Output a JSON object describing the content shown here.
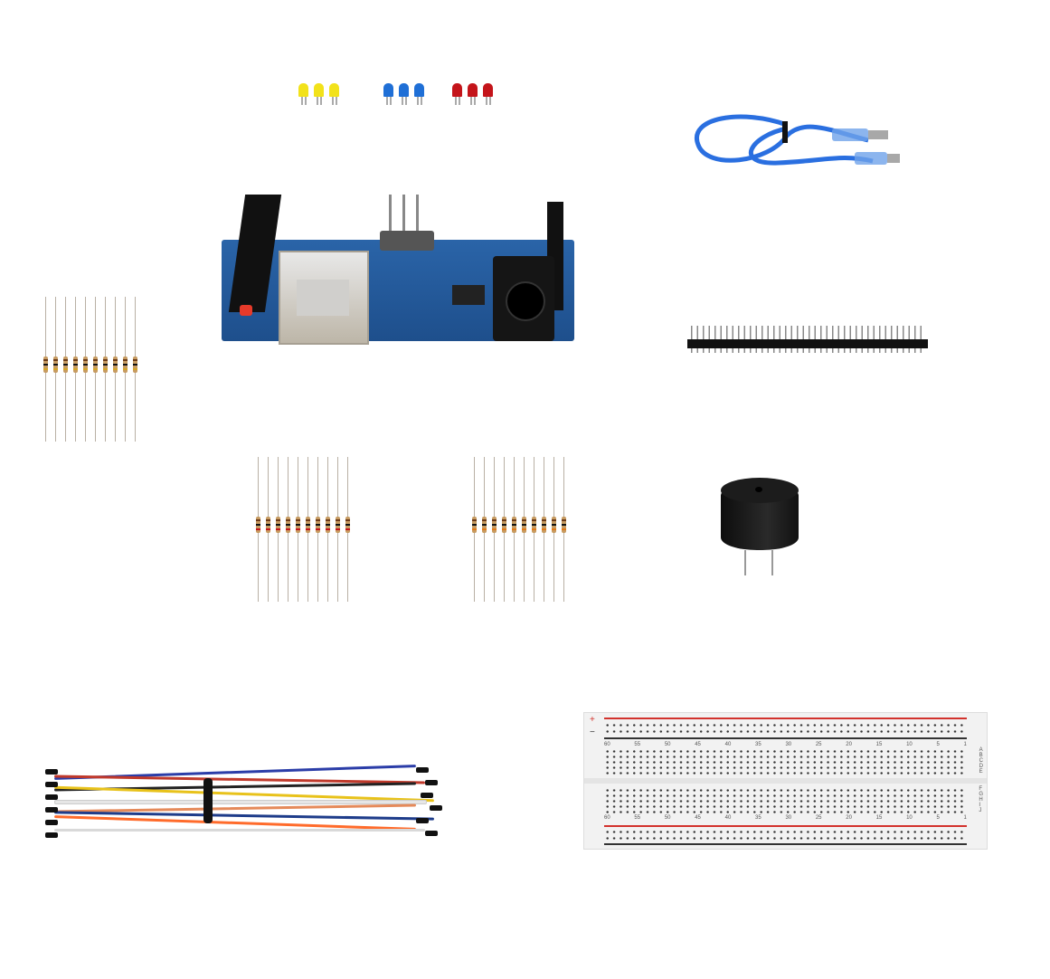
{
  "scene": {
    "description": "Electronics starter kit components on white background",
    "background": "#ffffff"
  },
  "components": {
    "leds": [
      {
        "color_name": "yellow",
        "color": "#f2e21a",
        "count": 3
      },
      {
        "color_name": "blue",
        "color": "#1f6fd6",
        "count": 3
      },
      {
        "color_name": "red",
        "color": "#c4141a",
        "count": 3
      }
    ],
    "usb_cable": {
      "color": "#2a6fe0",
      "label": "USB cable"
    },
    "arduino_board": {
      "label": "Microcontroller board",
      "pcb_color": "#1e4f8c"
    },
    "pin_header": {
      "label": "Male pin header strip",
      "pins": 40
    },
    "resistor_bundles": [
      {
        "position": "left",
        "count": 10
      },
      {
        "position": "center-left",
        "count": 10
      },
      {
        "position": "center",
        "count": 10
      }
    ],
    "buzzer": {
      "label": "Piezo buzzer",
      "color": "#1a1a1a"
    },
    "jumper_wires": {
      "label": "Jumper wires bundle"
    },
    "breadboard": {
      "label": "Solderless breadboard",
      "column_numbers": [
        "60",
        "55",
        "50",
        "45",
        "40",
        "35",
        "30",
        "25",
        "20",
        "15",
        "10",
        "5",
        "1"
      ],
      "row_letters_top": [
        "A",
        "B",
        "C",
        "D",
        "E"
      ],
      "row_letters_bottom": [
        "F",
        "G",
        "H",
        "I",
        "J"
      ],
      "rail_plus": "+",
      "rail_minus": "−",
      "rail_red": "#d2322d",
      "rail_black": "#333333"
    }
  }
}
